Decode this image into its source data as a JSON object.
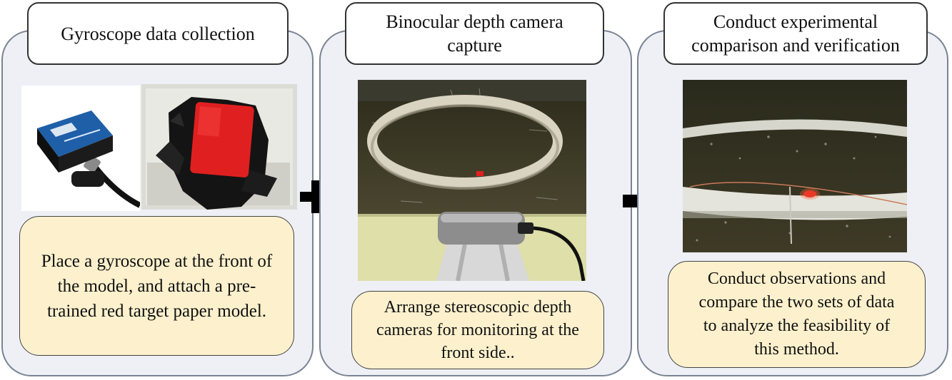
{
  "steps": [
    {
      "title": "Gyroscope  data collection",
      "description": "Place a gyroscope at the front of\nthe model, and attach a pre-\ntrained red target paper model."
    },
    {
      "title": "Binocular depth camera\ncapture",
      "description": "Arrange stereoscopic depth\ncameras for monitoring at the\nfront side.."
    },
    {
      "title": "Conduct experimental\ncomparison and verification",
      "description": "Conduct observations and\ncompare the two sets of data\nto analyze the feasibility of\nthis method."
    }
  ],
  "operators": [
    {
      "icon": "plus-icon"
    },
    {
      "icon": "arrow-right-icon"
    }
  ],
  "colors": {
    "panel_fill": "#eef0f6",
    "panel_border": "#7b8494",
    "description_fill": "#fdf1cd",
    "target_red": "#e02020"
  }
}
